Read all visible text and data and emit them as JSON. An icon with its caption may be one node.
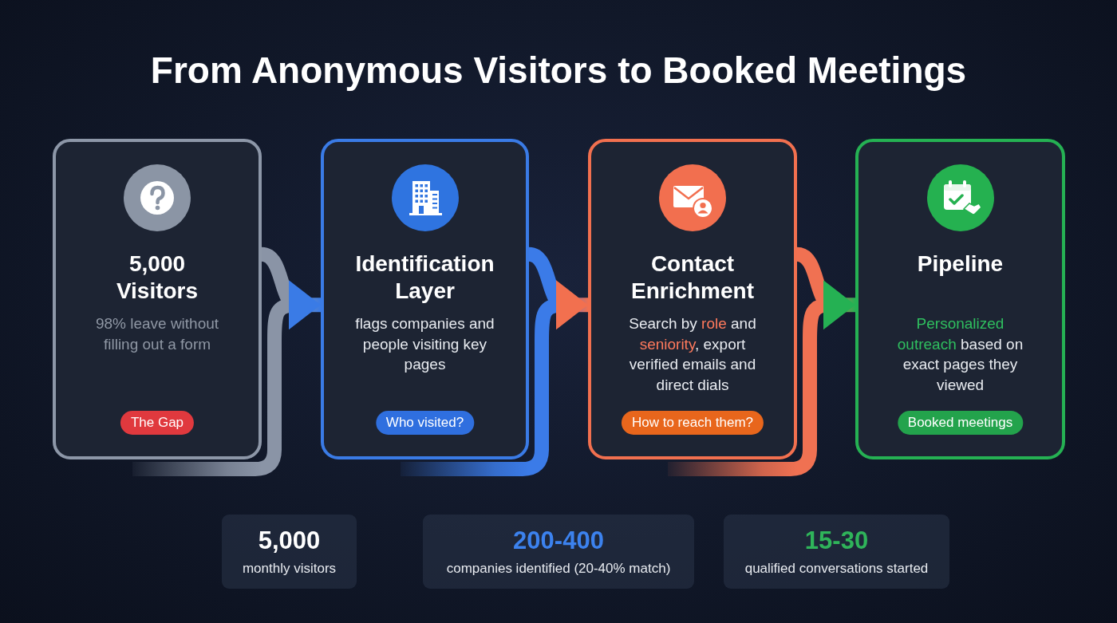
{
  "diagram": {
    "title": "From Anonymous Visitors to Booked Meetings",
    "nodes": [
      {
        "text": [
          "5,000 Visitors",
          "98% leave without filling out a form"
        ]
      },
      {
        "text": [
          "The Gap"
        ],
        "in": 0
      },
      {
        "text": [
          "Identification Layer",
          "flags companies and people visiting key pages"
        ]
      },
      {
        "text": [
          "Who visited?"
        ],
        "in": 2
      },
      {
        "text": [
          "Contact Enrichment",
          "Search by **role** and **seniority**, export verified emails and direct dials"
        ]
      },
      {
        "text": [
          "How to reach them?"
        ],
        "in": 4
      },
      {
        "text": [
          "Pipeline",
          "**Personalized outreach** based on exact pages they viewed"
        ]
      },
      {
        "text": [
          "Booked meetings"
        ],
        "in": 6
      },
      {
        "text": [
          "5,000",
          "monthly visitors"
        ]
      },
      {
        "text": [
          "200-400",
          "companies identified (20-40% match)"
        ]
      },
      {
        "text": [
          "15-30",
          "qualified conversations started"
        ]
      }
    ],
    "edges": [
      {
        "from": 0,
        "to": 2,
        "arrow": "to",
        "color": "#8a94a6"
      },
      {
        "from": 2,
        "to": 4,
        "arrow": "to",
        "color": "#3b7be8"
      },
      {
        "from": 4,
        "to": 6,
        "arrow": "to",
        "color": "#f07152"
      }
    ]
  }
}
